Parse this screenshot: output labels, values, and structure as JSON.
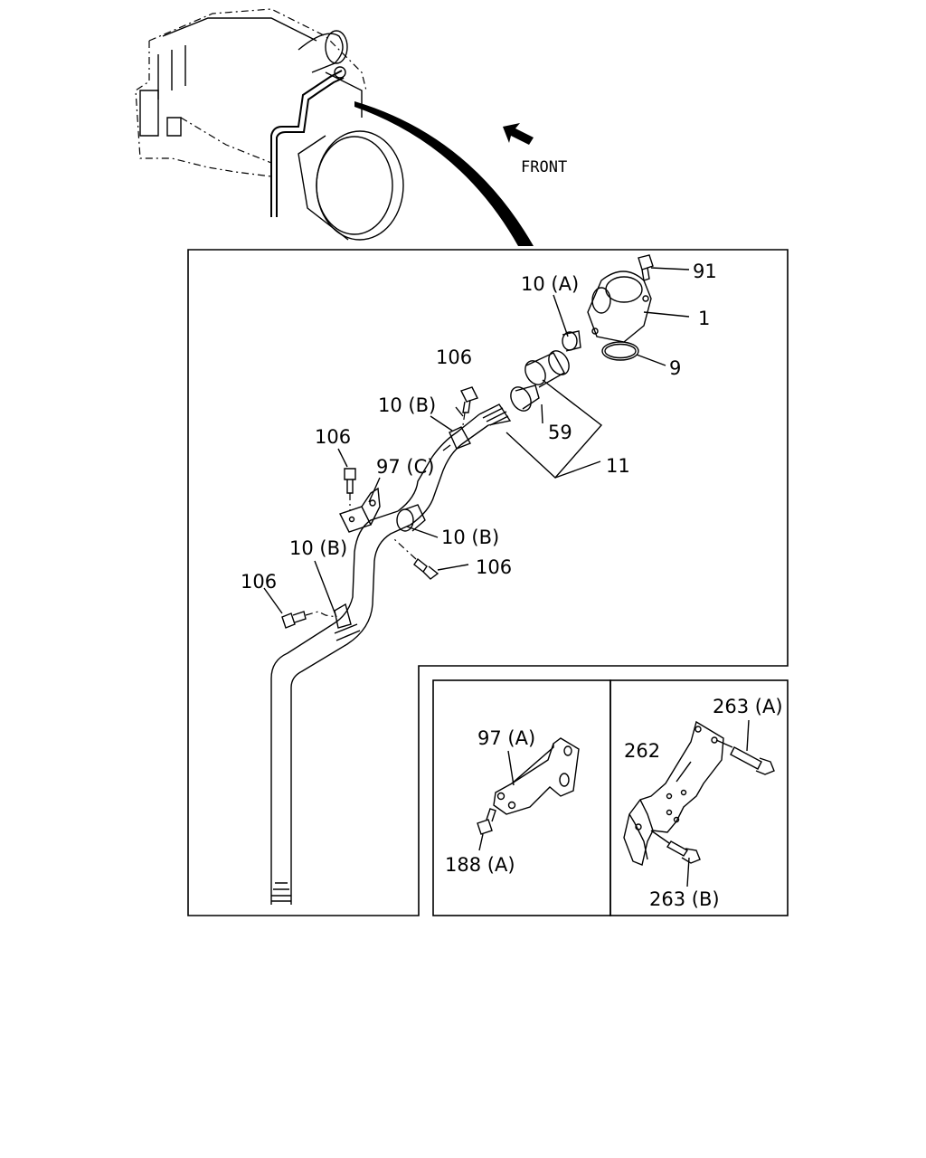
{
  "front_label": "FRONT",
  "labels": {
    "p91": "91",
    "p1": "1",
    "p9": "9",
    "p10a": "10 (A)",
    "p106_top": "106",
    "p10b_top": "10 (B)",
    "p59": "59",
    "p11": "11",
    "p106_mid": "106",
    "p97c": "97 (C)",
    "p10b_mid": "10 (B)",
    "p106_right": "106",
    "p10b_left": "10 (B)",
    "p106_left": "106",
    "p97a": "97 (A)",
    "p188a": "188 (A)",
    "p262": "262",
    "p263a": "263 (A)",
    "p263b": "263 (B)"
  }
}
